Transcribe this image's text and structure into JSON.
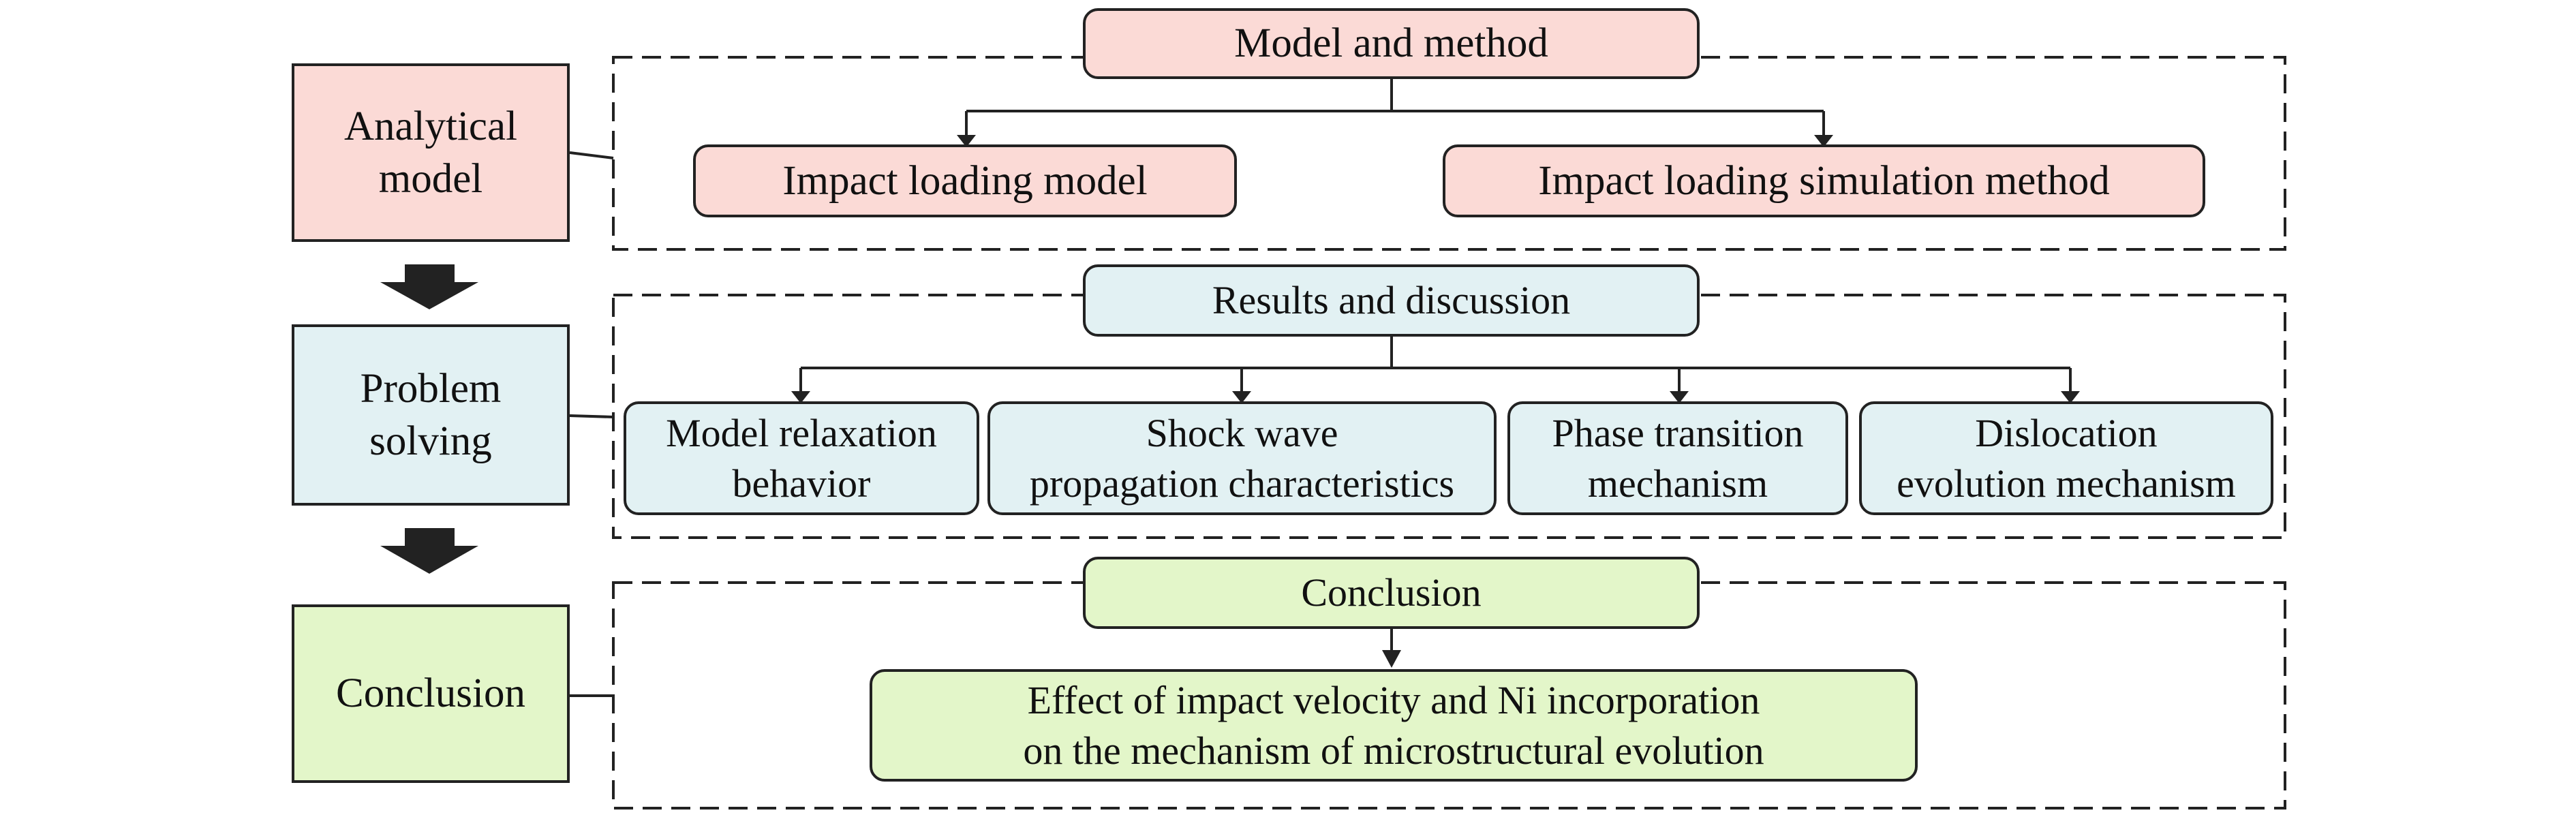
{
  "colors": {
    "pink": "#fbdad6",
    "blue": "#e2f1f3",
    "green": "#e3f6c9",
    "line": "#222222"
  },
  "left_column": {
    "analytical_model": "Analytical\nmodel",
    "problem_solving": "Problem\nsolving",
    "conclusion": "Conclusion"
  },
  "section_model": {
    "header": "Model and method",
    "items": [
      "Impact loading model",
      "Impact loading simulation method"
    ]
  },
  "section_results": {
    "header": "Results and discussion",
    "items": [
      "Model relaxation\nbehavior",
      "Shock wave\npropagation characteristics",
      "Phase transition\nmechanism",
      "Dislocation\nevolution mechanism"
    ]
  },
  "section_conclusion": {
    "header": "Conclusion",
    "item": "Effect of impact velocity and Ni incorporation\non the mechanism of microstructural evolution"
  }
}
